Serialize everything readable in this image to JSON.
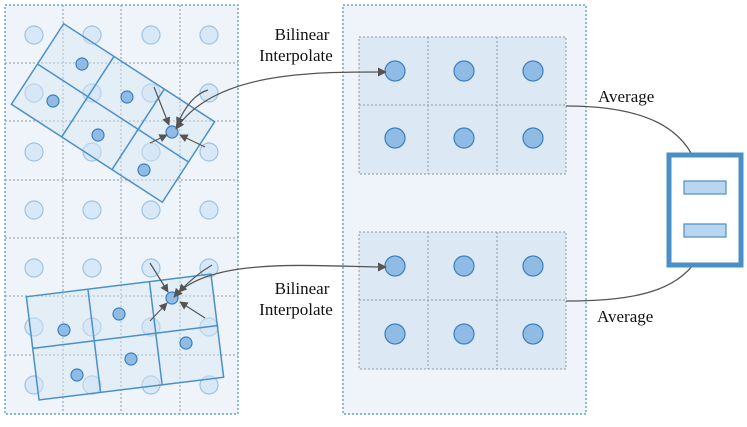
{
  "labels": {
    "top_interp_line1": "Bilinear",
    "top_interp_line2": "Interpolate",
    "bottom_interp_line1": "Bilinear",
    "bottom_interp_line2": "Interpolate",
    "top_average": "Average",
    "bottom_average": "Average"
  },
  "colors": {
    "panel_fill": "#eef4fa",
    "panel_border": "#4a90c8",
    "grid_dot_fill": "#d9e8f6",
    "grid_dot_stroke": "#9cc3e4",
    "roi_box": "#4a90c8",
    "roi_fill": "#d7e7f5",
    "sample_fill": "#8fbbe5",
    "sample_stroke": "#3a7fc0",
    "cell_fill": "#dce8f3",
    "grid_line": "#8a9aaa",
    "arrow": "#555555",
    "output_box": "#4a90c8",
    "output_bar": "#b9d6f0"
  },
  "structure": {
    "feature_grid": {
      "rows": 7,
      "cols": 4
    },
    "pooled_bins": {
      "rows": 2,
      "cols": 3
    },
    "roi_cells": {
      "rows": 2,
      "cols": 3
    },
    "output_bars": 2
  }
}
